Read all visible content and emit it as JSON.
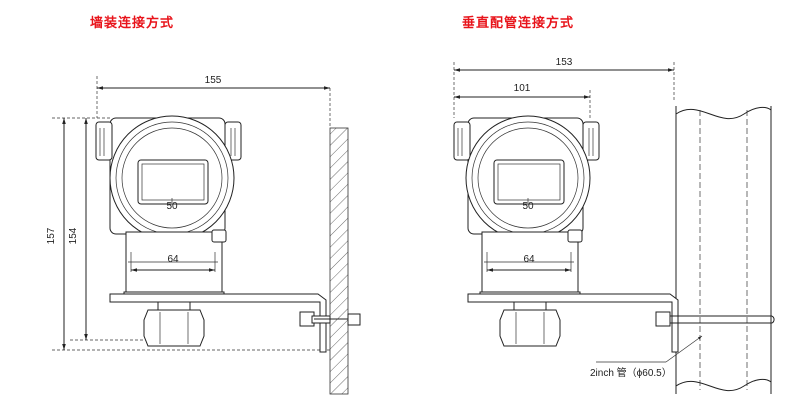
{
  "wall_mount": {
    "title": "墙装连接方式",
    "dims": {
      "width": "155",
      "height_total": "157",
      "height_body": "154",
      "base": "64"
    },
    "display_value": "50"
  },
  "pipe_mount": {
    "title": "垂直配管连接方式",
    "dims": {
      "width_total": "153",
      "width_body": "101",
      "base": "64"
    },
    "pipe_label": "2inch 管（ϕ60.5）",
    "display_value": "50"
  }
}
